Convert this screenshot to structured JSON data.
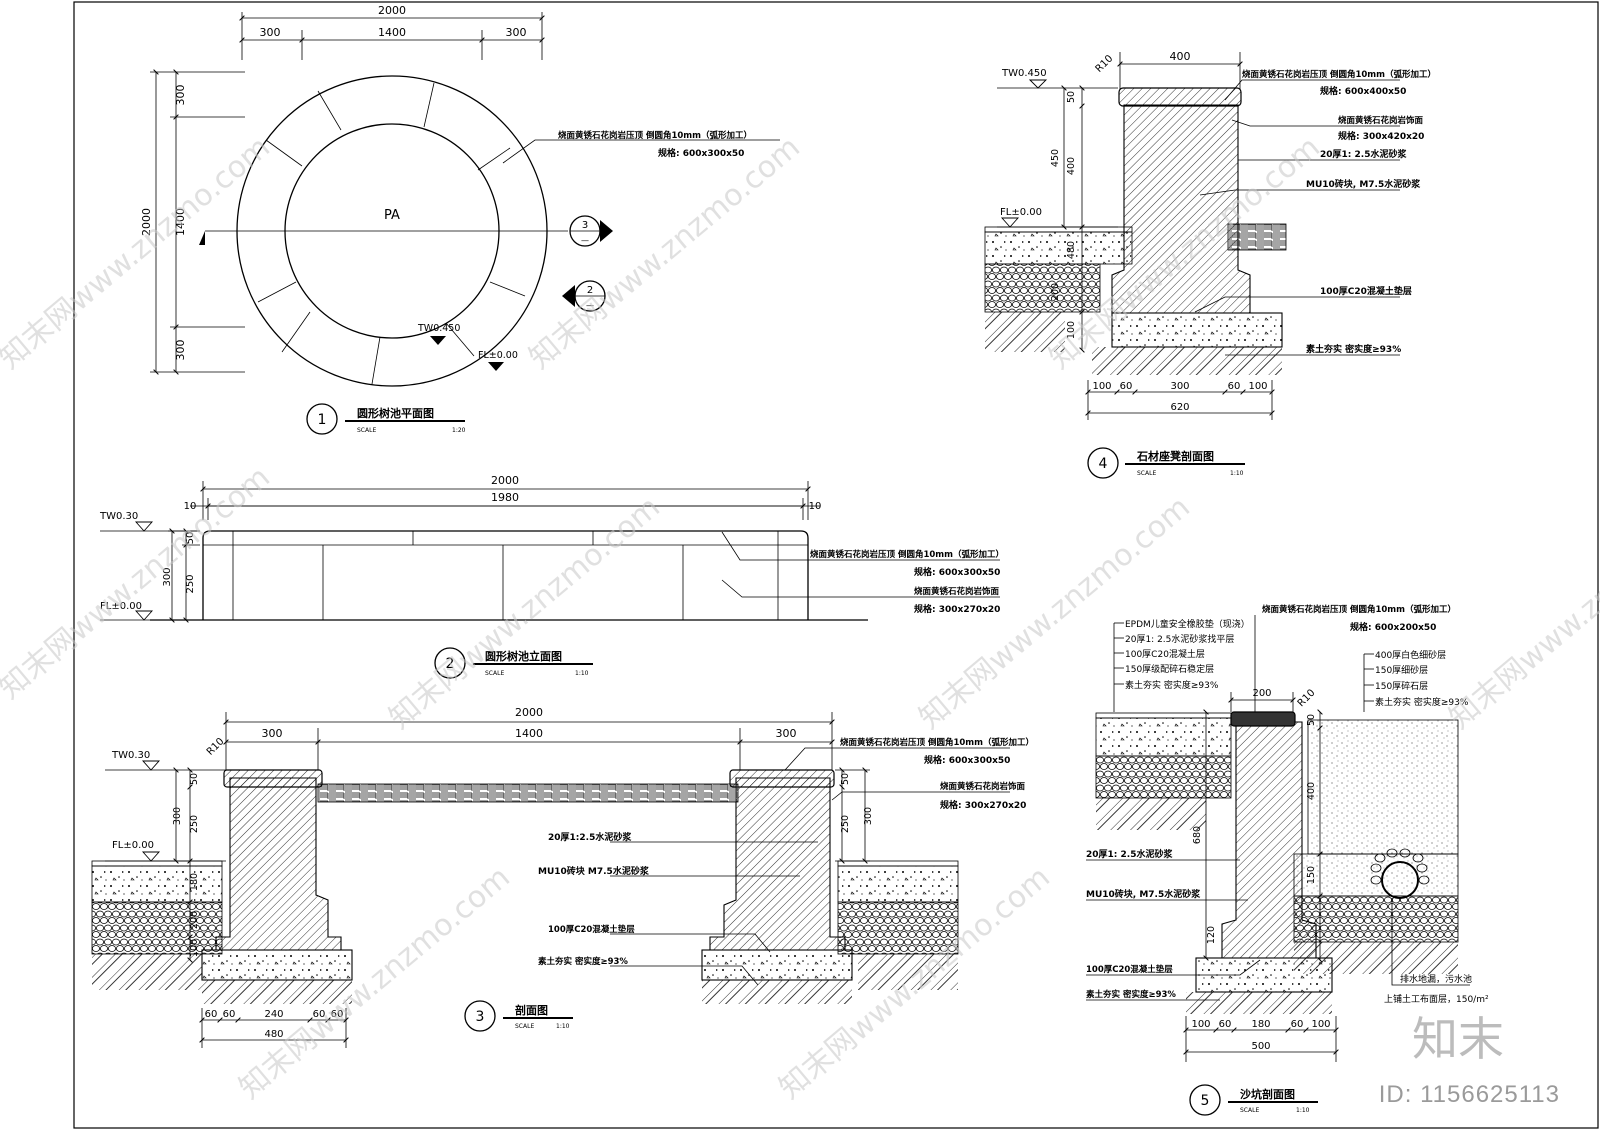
{
  "plan": {
    "dims_top": [
      "2000",
      "300",
      "1400",
      "300"
    ],
    "dims_left": [
      "2000",
      "300",
      "1400",
      "300"
    ],
    "label_pa": "PA",
    "tw": "TW0.450",
    "fl": "FL±0.00",
    "note1": "烧面黄锈石花岗岩压顶 倒圆角10mm（弧形加工）",
    "note2": "规格: 600x300x50",
    "marker3": "3",
    "marker2": "2",
    "dash": "—",
    "title_num": "1",
    "title": "圆形树池平面图",
    "scale_label": "SCALE",
    "scale": "1:20"
  },
  "elev": {
    "dim_total": "2000",
    "dim_inner": "1980",
    "dim_edge_l": "10",
    "dim_edge_r": "10",
    "tw": "TW0.30",
    "fl": "FL±0.00",
    "dims_v": [
      "50",
      "250",
      "300"
    ],
    "note1": "烧面黄锈石花岗岩压顶 倒圆角10mm（弧形加工）",
    "note2": "规格: 600x300x50",
    "note3": "烧面黄锈石花岗岩饰面",
    "note4": "规格: 300x270x20",
    "title_num": "2",
    "title": "圆形树池立面图",
    "scale_label": "SCALE",
    "scale": "1:10"
  },
  "sec3": {
    "dims_top": [
      "2000",
      "300",
      "1400",
      "300"
    ],
    "r10": "R10",
    "tw": "TW0.30",
    "fl": "FL±0.00",
    "dims_left": [
      "50",
      "250",
      "300",
      "180",
      "200",
      "100"
    ],
    "dims_right": [
      "50",
      "250",
      "300"
    ],
    "note1": "烧面黄锈石花岗岩压顶 倒圆角10mm（弧形加工）",
    "note2": "规格: 600x300x50",
    "note3": "烧面黄锈石花岗岩饰面",
    "note4": "规格: 300x270x20",
    "note5": "20厚1:2.5水泥砂浆",
    "note6": "MU10砖块 M7.5水泥砂浆",
    "note7": "100厚C20混凝土垫层",
    "note8": "素土夯实 密实度≥93%",
    "dims_bottom": [
      "60",
      "60",
      "240",
      "60",
      "60"
    ],
    "dim_bottom_total": "480",
    "title_num": "3",
    "title": "剖面图",
    "scale_label": "SCALE",
    "scale": "1:10"
  },
  "sec4": {
    "dim_top": "400",
    "r10": "R10",
    "tw": "TW0.450",
    "fl": "FL±0.00",
    "dims_left": [
      "50",
      "400",
      "450",
      "480",
      "200",
      "100"
    ],
    "note1": "烧面黄锈石花岗岩压顶 倒圆角10mm（弧形加工）",
    "note2": "规格: 600x400x50",
    "note3": "烧面黄锈石花岗岩饰面",
    "note4": "规格: 300x420x20",
    "note5": "20厚1: 2.5水泥砂浆",
    "note6": "MU10砖块, M7.5水泥砂浆",
    "note7": "100厚C20混凝土垫层",
    "note8": "素土夯实 密实度≥93%",
    "dims_bottom": [
      "100",
      "60",
      "300",
      "60",
      "100"
    ],
    "dim_bottom_total": "620",
    "title_num": "4",
    "title": "石材座凳剖面图",
    "scale_label": "SCALE",
    "scale": "1:10"
  },
  "sec5": {
    "note_top1": "烧面黄锈石花岗岩压顶 倒圆角10mm（弧形加工）",
    "note_top2": "规格: 600x200x50",
    "left_notes": [
      "EPDM儿童安全橡胶垫（现浇）",
      "20厚1: 2.5水泥砂浆找平层",
      "100厚C20混凝土层",
      "150厚级配碎石稳定层",
      "素土夯实  密实度≥93%"
    ],
    "right_notes": [
      "400厚白色细砂层",
      "150厚细砂层",
      "150厚碎石层",
      "素土夯实  密实度≥93%"
    ],
    "dim_200": "200",
    "r10": "R10",
    "dims_v": [
      "50",
      "400",
      "150",
      "120"
    ],
    "dim_side": "680",
    "note5": "20厚1: 2.5水泥砂浆",
    "note6": "MU10砖块, M7.5水泥砂浆",
    "note7": "100厚C20混凝土垫层",
    "note8": "素土夯实  密实度≥93%",
    "drain1": "排水地漏，污水池",
    "drain2": "上铺土工布面层，150/m²",
    "dims_bottom": [
      "100",
      "60",
      "180",
      "60",
      "100"
    ],
    "dim_bottom_total": "500",
    "title_num": "5",
    "title": "沙坑剖面图",
    "scale_label": "SCALE",
    "scale": "1:10"
  },
  "watermark": {
    "text": "知末网www.znzmo.com",
    "logo": "知末",
    "id": "ID: 1156625113"
  }
}
